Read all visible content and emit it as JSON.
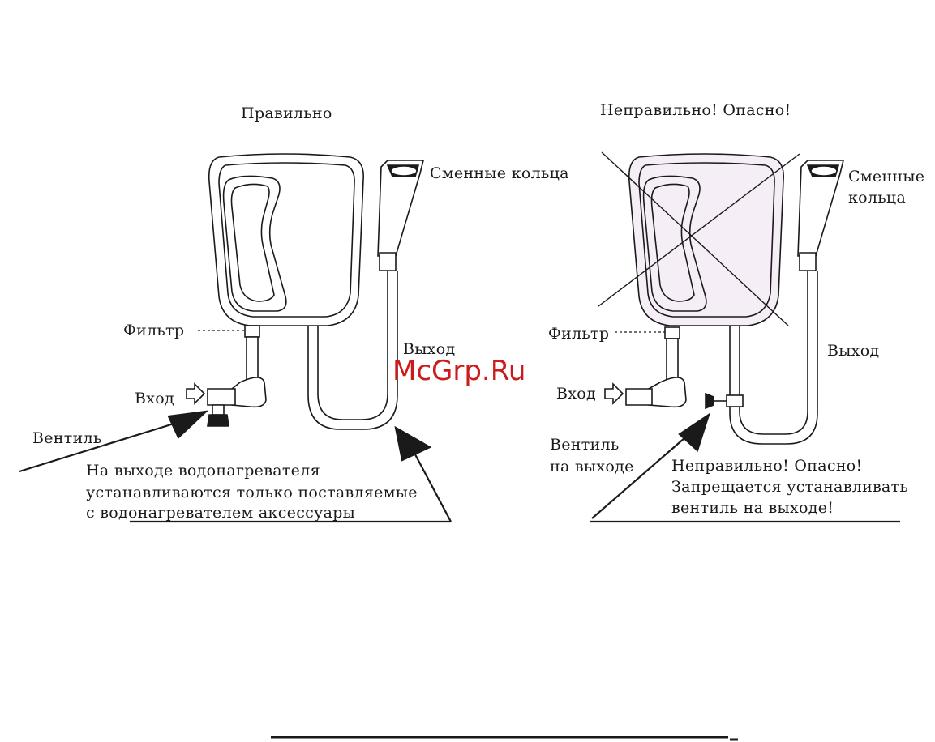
{
  "left_panel": {
    "title": "Правильно",
    "label_rings": "Сменные кольца",
    "label_filter": "Фильтр",
    "label_inlet": "Вход",
    "label_outlet": "Выход",
    "label_valve": "Вентиль",
    "note_line1": "На выходе водонагревателя",
    "note_line2": "устанавливаются только поставляемые",
    "note_line3": "с водонагревателем аксессуары"
  },
  "right_panel": {
    "title": "Неправильно!  Опасно!",
    "label_rings_line1": "Сменные",
    "label_rings_line2": "кольца",
    "label_filter": "Фильтр",
    "label_inlet": "Вход",
    "label_outlet": "Выход",
    "label_valve_line1": "Вентиль",
    "label_valve_line2": "на выходе",
    "warning_line1": "Неправильно!  Опасно!",
    "warning_line2": "Запрещается устанавливать",
    "warning_line3": "вентиль на выходе!"
  },
  "watermark": "McGrp.Ru",
  "colors": {
    "line": "#1a1a1a",
    "heater_fill_right": "#f6eef6",
    "watermark": "#cc1b1b"
  }
}
